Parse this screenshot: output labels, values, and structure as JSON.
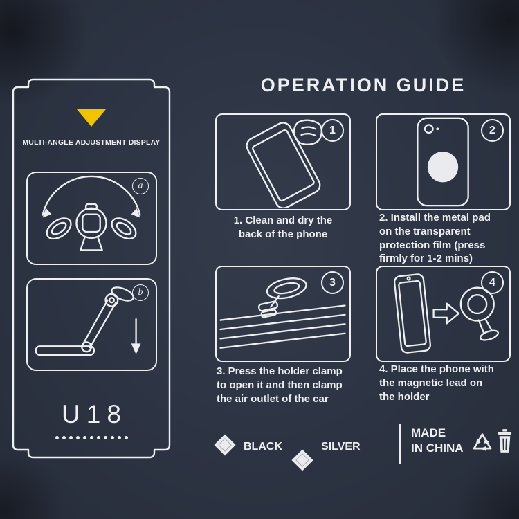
{
  "colors": {
    "background": "#2b3240",
    "line": "#edeff2",
    "accent_yellow": "#f0c400"
  },
  "left_panel": {
    "heading": "MULTI-ANGLE ADJUSTMENT DISPLAY",
    "figure_a_label": "a",
    "figure_b_label": "b",
    "model": "U18"
  },
  "operation_guide": {
    "title": "OPERATION GUIDE",
    "steps": [
      {
        "badge": "1",
        "caption": "1. Clean and dry the\nback of the phone"
      },
      {
        "badge": "2",
        "caption": "2. Install the metal pad\non the transparent\nprotection film (press\nfirmly for 1-2 mins)"
      },
      {
        "badge": "3",
        "caption": "3. Press the holder clamp\nto open it and then clamp\nthe air outlet of the car"
      },
      {
        "badge": "4",
        "caption": "4. Place the phone with\nthe magnetic lead on\nthe holder"
      }
    ]
  },
  "footer": {
    "color_options": [
      {
        "label": "BLACK"
      },
      {
        "label": "SILVER"
      }
    ],
    "made_in": "MADE\nIN CHINA"
  }
}
